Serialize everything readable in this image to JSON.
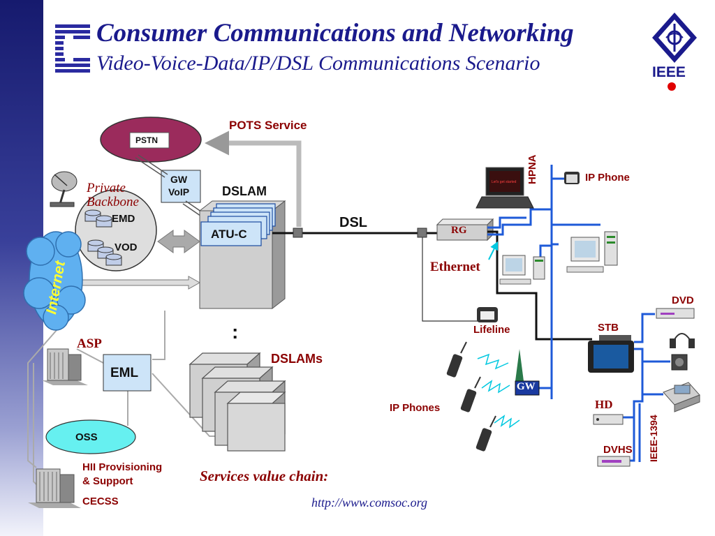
{
  "header": {
    "title": "Consumer Communications and Networking",
    "subtitle": "Video-Voice-Data/IP/DSL Communications Scenario",
    "ieee_label": "IEEE"
  },
  "labels": {
    "pstn": "PSTN",
    "pots_service": "POTS Service",
    "gw_voip_line1": "GW",
    "gw_voip_line2": "VoIP",
    "dslam": "DSLAM",
    "private_backbone_line1": "Private",
    "private_backbone_line2": "Backbone",
    "emd": "EMD",
    "vod": "VOD",
    "atu_c": "ATU-C",
    "dsl": "DSL",
    "rg": "RG",
    "ethernet": "Ethernet",
    "hpna": "HPNA",
    "ip_phone": "IP Phone",
    "internet": "Internet",
    "asp": "ASP",
    "eml": "EML",
    "dots": ":",
    "dslams": "DSLAMs",
    "lifeline": "Lifeline",
    "gw": "GW",
    "ip_phones": "IP Phones",
    "stb": "STB",
    "dvd": "DVD",
    "hd": "HD",
    "dvhs": "DVHS",
    "ieee1394": "IEEE-1394",
    "oss": "OSS",
    "hii_line1": "HII Provisioning",
    "hii_line2": "& Support",
    "cecss": "CECSS",
    "value_chain": "Services value chain:",
    "url": "http://www.comsoc.org",
    "laptop_screen": "Let's get started"
  },
  "colors": {
    "title_blue": "#1a1a8c",
    "label_red": "#8b0000",
    "pstn_fill": "#9b2b5c",
    "oss_fill": "#66f0f0",
    "internet_fill": "#5fb0f0",
    "network_blue": "#1e5ad8",
    "box_fill": "#cde4f8"
  }
}
